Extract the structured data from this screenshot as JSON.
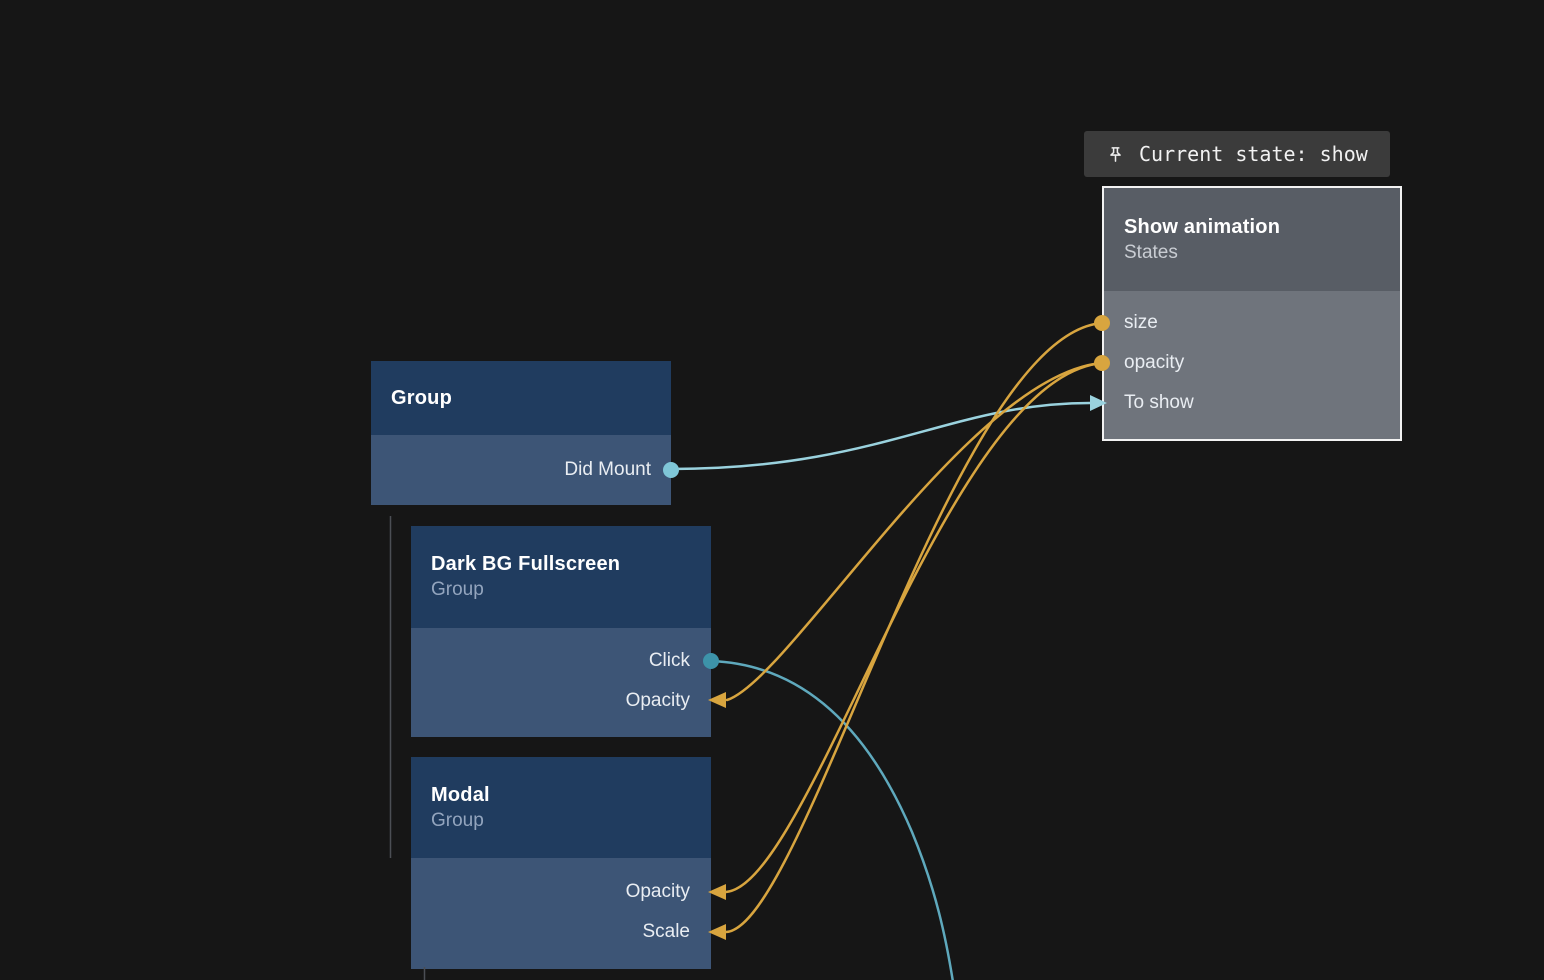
{
  "tooltip": {
    "label": "Current state: show",
    "icon": "pin-icon"
  },
  "nodes": {
    "show_animation": {
      "title": "Show animation",
      "subtitle": "States",
      "rows": [
        {
          "label": "size"
        },
        {
          "label": "opacity"
        },
        {
          "label": "To show"
        }
      ]
    },
    "group": {
      "title": "Group",
      "rows": [
        {
          "label": "Did Mount"
        }
      ]
    },
    "dark_bg": {
      "title": "Dark BG Fullscreen",
      "subtitle": "Group",
      "rows": [
        {
          "label": "Click"
        },
        {
          "label": "Opacity"
        }
      ]
    },
    "modal": {
      "title": "Modal",
      "subtitle": "Group",
      "rows": [
        {
          "label": "Opacity"
        },
        {
          "label": "Scale"
        }
      ]
    }
  },
  "connections": [
    {
      "from": "group.Did Mount",
      "to": "show_animation.To show",
      "color": "cyan"
    },
    {
      "from": "dark_bg.Click",
      "to": "(offscreen bottom)",
      "color": "teal"
    },
    {
      "from": "show_animation.opacity",
      "to": "dark_bg.Opacity",
      "color": "yellow"
    },
    {
      "from": "show_animation.opacity",
      "to": "modal.Opacity",
      "color": "yellow"
    },
    {
      "from": "show_animation.size",
      "to": "modal.Scale",
      "color": "yellow"
    }
  ],
  "colors": {
    "bg": "#161616",
    "blue-header": "#203c5f",
    "blue-body": "#3d5576",
    "gray-header": "#585d65",
    "gray-body": "#6f747c",
    "tooltip-bg": "#3b3b3b",
    "wire-yellow": "#d8a53f",
    "wire-cyan": "#9ad2de",
    "wire-teal": "#5fa9bd"
  }
}
